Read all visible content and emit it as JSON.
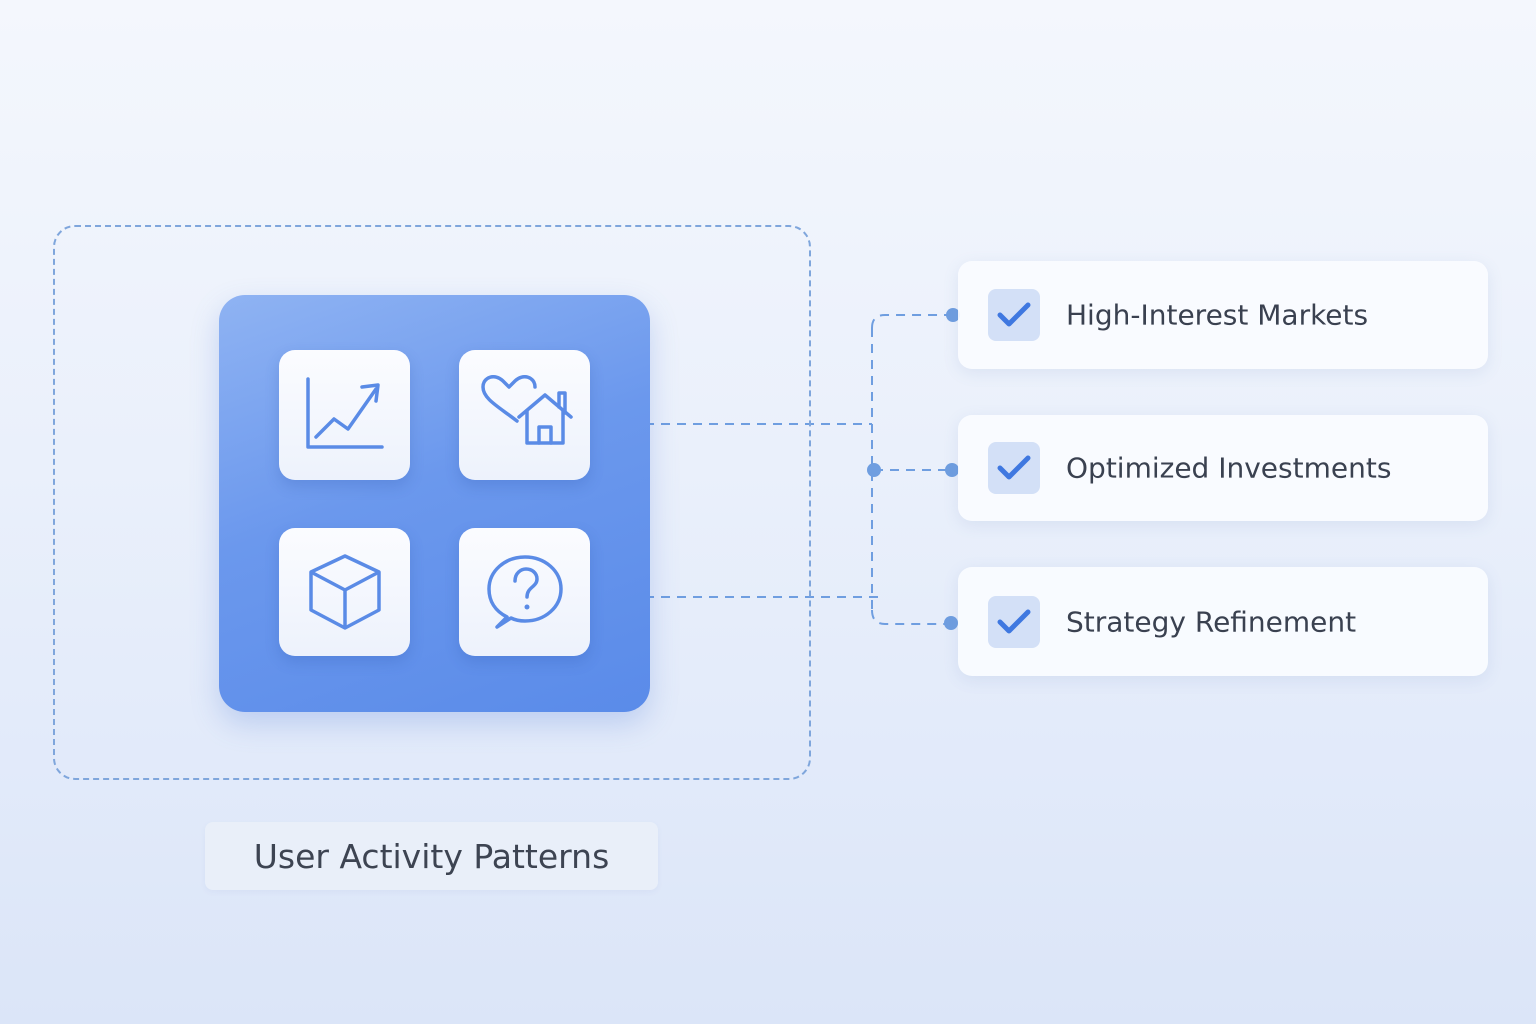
{
  "colors": {
    "accent": "#4f85e6",
    "panel": "#6b98ed",
    "connector": "#6f9ee0",
    "text": "#3a4150"
  },
  "hub": {
    "tiles": [
      {
        "icon": "trend-chart-icon"
      },
      {
        "icon": "heart-home-icon"
      },
      {
        "icon": "cube-icon"
      },
      {
        "icon": "question-chat-icon"
      }
    ]
  },
  "outputs": [
    {
      "label": "High-Interest Markets",
      "checked": true
    },
    {
      "label": "Optimized Investments",
      "checked": true
    },
    {
      "label": "Strategy Refinement",
      "checked": true
    }
  ],
  "caption": "User Activity Patterns"
}
